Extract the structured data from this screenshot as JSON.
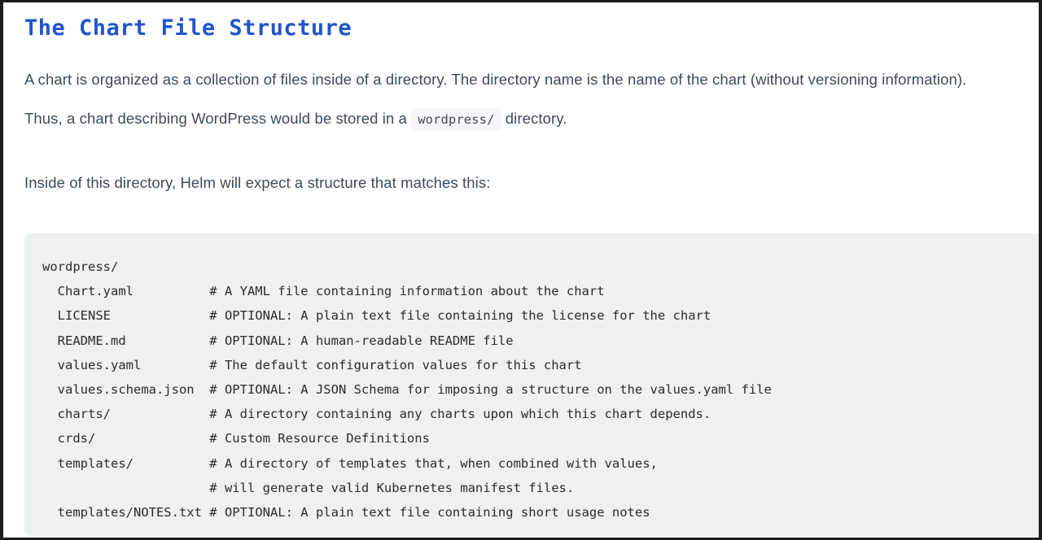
{
  "document": {
    "heading": "The Chart File Structure",
    "paragraph_1_part_1": "A chart is organized as a collection of files inside of a directory. The directory name is the name of the chart (without versioning information). Thus, a chart describing WordPress would be stored in a ",
    "paragraph_1_code": "wordpress/",
    "paragraph_1_part_2": " directory.",
    "paragraph_2": "Inside of this directory, Helm will expect a structure that matches this:"
  },
  "code_block": {
    "language": "text",
    "lines": [
      {
        "path": "wordpress/",
        "indent": 0,
        "comment": ""
      },
      {
        "path": "Chart.yaml",
        "indent": 2,
        "comment": "# A YAML file containing information about the chart"
      },
      {
        "path": "LICENSE",
        "indent": 2,
        "comment": "# OPTIONAL: A plain text file containing the license for the chart"
      },
      {
        "path": "README.md",
        "indent": 2,
        "comment": "# OPTIONAL: A human-readable README file"
      },
      {
        "path": "values.yaml",
        "indent": 2,
        "comment": "# The default configuration values for this chart"
      },
      {
        "path": "values.schema.json",
        "indent": 2,
        "comment": "# OPTIONAL: A JSON Schema for imposing a structure on the values.yaml file"
      },
      {
        "path": "charts/",
        "indent": 2,
        "comment": "# A directory containing any charts upon which this chart depends."
      },
      {
        "path": "crds/",
        "indent": 2,
        "comment": "# Custom Resource Definitions"
      },
      {
        "path": "templates/",
        "indent": 2,
        "comment": "# A directory of templates that, when combined with values,"
      },
      {
        "path": "",
        "indent": 2,
        "comment": "# will generate valid Kubernetes manifest files."
      },
      {
        "path": "templates/NOTES.txt",
        "indent": 2,
        "comment": "# OPTIONAL: A plain text file containing short usage notes"
      }
    ],
    "comment_column": 22,
    "full_text": "wordpress/\n  Chart.yaml          # A YAML file containing information about the chart\n  LICENSE             # OPTIONAL: A plain text file containing the license for the chart\n  README.md           # OPTIONAL: A human-readable README file\n  values.yaml         # The default configuration values for this chart\n  values.schema.json  # OPTIONAL: A JSON Schema for imposing a structure on the values.yaml file\n  charts/             # A directory containing any charts upon which this chart depends.\n  crds/               # Custom Resource Definitions\n  templates/          # A directory of templates that, when combined with values,\n                      # will generate valid Kubernetes manifest files.\n  templates/NOTES.txt # OPTIONAL: A plain text file containing short usage notes"
  },
  "colors": {
    "heading": "#2255cc",
    "body_text": "#3f4a55",
    "code_block_bg": "#edf1f2",
    "inline_code_bg": "#f6f7f8",
    "page_bg": "#ffffff",
    "frame_border": "#1c1c1c"
  }
}
